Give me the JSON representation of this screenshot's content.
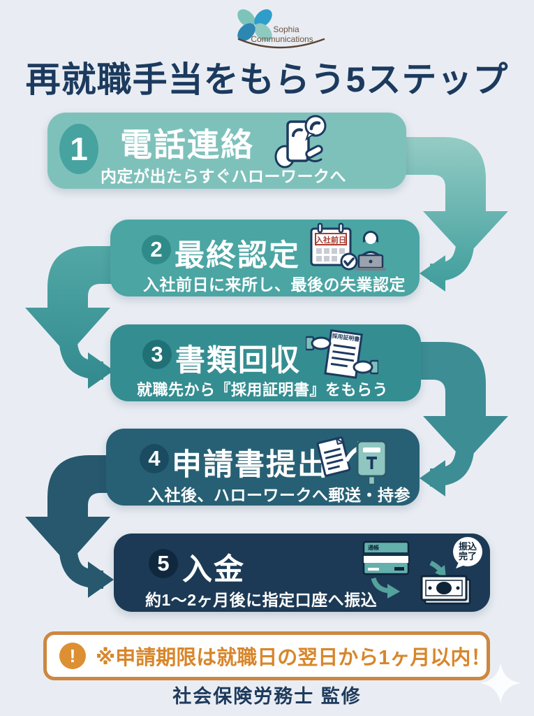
{
  "logo": {
    "brand_line1": "Sophia",
    "brand_line2": "Communications"
  },
  "title": "再就職手当をもらう5ステップ",
  "steps": [
    {
      "number": "1",
      "title": "電話連絡",
      "subtitle": "内定が出たらすぐハローワークへ",
      "icon": "phone-call-icon",
      "box_color": "#7ec1bb",
      "circle_color": "#47a3a0"
    },
    {
      "number": "2",
      "title": "最終認定",
      "subtitle": "入社前日に来所し、最後の失業認定",
      "icon": "calendar-check-person-icon",
      "icon_label": "入社前日",
      "box_color": "#4aa5a3",
      "circle_color": "#2e8b89"
    },
    {
      "number": "3",
      "title": "書類回収",
      "subtitle": "就職先から『採用証明書』をもらう",
      "icon": "document-handoff-icon",
      "icon_label": "採用証明書",
      "box_color": "#348d91",
      "circle_color": "#1f7176"
    },
    {
      "number": "4",
      "title": "申請書提出",
      "subtitle": "入社後、ハローワークへ郵送・持参",
      "icon": "mail-postbox-icon",
      "box_color": "#276074",
      "circle_color": "#1b4b60"
    },
    {
      "number": "5",
      "title": "入金",
      "subtitle": "約1〜2ヶ月後に指定口座へ振込",
      "icon": "bank-transfer-icon",
      "icon_labels": {
        "passbook": "通帳",
        "bubble_line1": "振込",
        "bubble_line2": "完了"
      },
      "box_color": "#1c3a55",
      "circle_color": "#10283d"
    }
  ],
  "warning": {
    "icon": "exclamation-icon",
    "text": "※申請期限は就職日の翌日から1ヶ月以内！",
    "text_color": "#d8862b",
    "border_color": "#cd873f"
  },
  "footer": {
    "text": "社会保険労務士 監修"
  },
  "colors": {
    "background": "#e9edf3",
    "title_color": "#1c3a5e",
    "connector_1_2": [
      "#97cdc6",
      "#43a09e"
    ],
    "connector_2_3": [
      "#52a8a5",
      "#338b90"
    ],
    "connector_3_4": [
      "#3d8d95",
      "#1f5570"
    ],
    "connector_4_5": [
      "#27586e",
      "#122c47"
    ]
  }
}
